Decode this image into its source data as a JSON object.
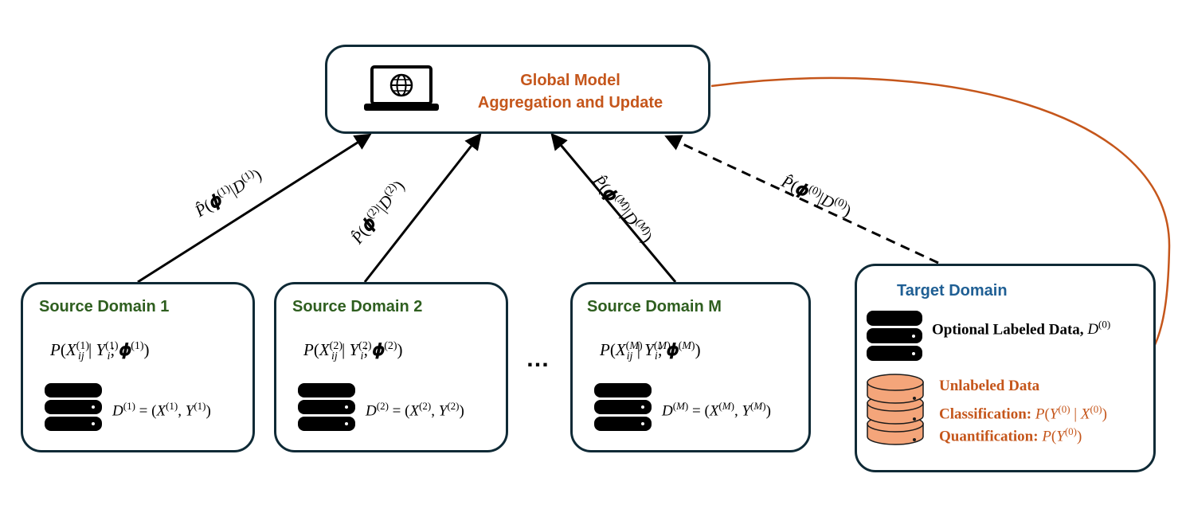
{
  "global": {
    "title_line1": "Global Model",
    "title_line2": "Aggregation and Update",
    "icon": "laptop-globe-icon"
  },
  "sources": [
    {
      "title": "Source Domain 1",
      "idx": "(1)",
      "dlabel": "D",
      "dsup": "(1)"
    },
    {
      "title": "Source Domain 2",
      "idx": "(2)",
      "dlabel": "D",
      "dsup": "(2)"
    },
    {
      "title": "Source Domain M",
      "idx": "(M)",
      "dlabel": "D",
      "dsup": "(M)"
    }
  ],
  "ellipsis": "…",
  "edges": {
    "e1": "P̂(𝛟(1)|D(1))",
    "e2": "P̂(𝛟(2)|D(2))",
    "eM": "P̂(𝛟(M)|D(M))",
    "e0": "P̂(𝛟(0)|D(0))"
  },
  "target": {
    "title": "Target Domain",
    "optional": "Optional Labeled Data,",
    "unlabeled": "Unlabeled Data",
    "classification": "Classification:",
    "quantification": "Quantification:"
  },
  "colors": {
    "border": "#0f2a36",
    "orange": "#c5561b",
    "green": "#2e5e1f",
    "blue": "#1f5f94",
    "db_orange": "#f4a57a"
  }
}
